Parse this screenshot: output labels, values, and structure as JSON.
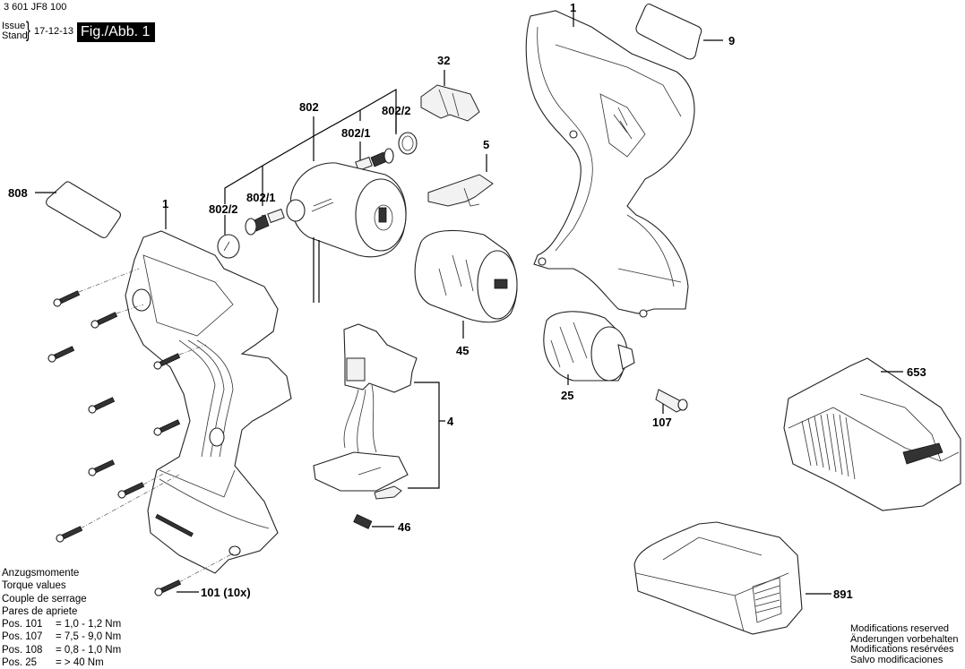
{
  "header": {
    "part_number": "3 601 JF8 100",
    "issue_label_1": "Issue",
    "issue_label_2": "Stand",
    "issue_date": "17-12-13",
    "figure_label": "Fig./Abb. 1"
  },
  "torque": {
    "titles": [
      "Anzugsmomente",
      "Torque values",
      "Couple de serrage",
      "Pares de apriete"
    ],
    "rows": [
      {
        "pos": "Pos. 101",
        "value": "= 1,0 - 1,2 Nm"
      },
      {
        "pos": "Pos. 107",
        "value": "= 7,5 - 9,0 Nm"
      },
      {
        "pos": "Pos. 108",
        "value": "= 0,8 - 1,0 Nm"
      },
      {
        "pos": "Pos. 25",
        "value": "= > 40 Nm"
      }
    ]
  },
  "modifications": [
    "Modifications reserved",
    "Änderungen vorbehalten",
    "Modifications resérvées",
    "Salvo modificaciones"
  ],
  "parts": {
    "housing_left": "1",
    "housing_right": "1",
    "label_9": "9",
    "switch_slider": "32",
    "motor_assembly": "802",
    "brush_right": "802/1",
    "cap_right": "802/2",
    "brush_left": "802/1",
    "cap_left": "802/2",
    "direction_slide": "5",
    "label_808": "808",
    "gearbox": "45",
    "switch": "4",
    "spring": "46",
    "chuck": "25",
    "chuck_screw": "107",
    "charger": "653",
    "battery": "891",
    "screws": "101 (10x)"
  }
}
